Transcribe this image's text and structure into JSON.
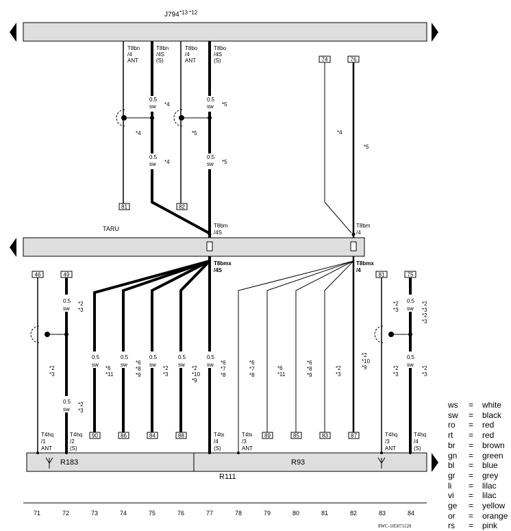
{
  "header": {
    "component_id": "J794",
    "notes": "*13  *12"
  },
  "labels": {
    "mid_bar": "TARU",
    "relay_left": "R183",
    "relay_right": "R93",
    "relay_main": "R111"
  },
  "top_connectors": [
    {
      "top": "T8bn",
      "mid": "/4",
      "bottom": "ANT"
    },
    {
      "top": "T8bn",
      "mid": "/4S",
      "bottom": "(S)"
    },
    {
      "top": "T8bo",
      "mid": "/4",
      "bottom": "ANT"
    },
    {
      "top": "T8bo",
      "mid": "/4S",
      "bottom": "(S)"
    }
  ],
  "joint_labels": [
    {
      "top": "T8bm",
      "bottom": "/4S"
    },
    {
      "top": "T8bm",
      "bottom": "/4"
    },
    {
      "top": "T8bmx",
      "bottom": "/4S"
    },
    {
      "top": "T8bmx",
      "bottom": "/4"
    }
  ],
  "bottom_connectors": [
    {
      "top": "T4hq",
      "mid": "/1",
      "bottom": "ANT"
    },
    {
      "top": "T4hq",
      "mid": "/2",
      "bottom": "(S)"
    },
    {
      "top": "T4tx",
      "mid": "/4",
      "bottom": "(S)"
    },
    {
      "top": "T4tx",
      "mid": "/3",
      "bottom": "ANT"
    },
    {
      "top": "T4hq",
      "mid": "/3",
      "bottom": "ANT"
    },
    {
      "top": "T4hq",
      "mid": "/4",
      "bottom": "(S)"
    }
  ],
  "ref_boxes": {
    "top": [
      "81",
      "82",
      "74",
      "76"
    ],
    "bottom_upper": [
      "46",
      "49",
      "81",
      "75"
    ],
    "bottom_lower": [
      "90",
      "86",
      "84",
      "88",
      "89",
      "85",
      "83",
      "87"
    ]
  },
  "wire": {
    "size": "0.5",
    "color": "sw"
  },
  "notes": [
    "*4",
    "*5",
    "*4",
    "*5",
    "*4",
    "*5",
    "*4",
    "*5",
    "*2",
    "*3",
    "*2",
    "*3",
    "*2",
    "*3",
    "*2",
    "*3",
    "*2",
    "*3",
    "*2",
    "*3",
    "*6",
    "*11",
    "*6",
    "*8",
    "*9",
    "*2",
    "*3",
    "*2",
    "*10",
    "*9",
    "*6",
    "*7",
    "*8",
    "*6",
    "*7",
    "*8",
    "*6",
    "*11",
    "*6",
    "*8",
    "*9",
    "*2",
    "*3",
    "*2",
    "*10",
    "*9",
    "*2",
    "*3",
    "*2",
    "*3"
  ],
  "columns": [
    "71",
    "72",
    "73",
    "74",
    "75",
    "76",
    "77",
    "78",
    "79",
    "80",
    "81",
    "82",
    "83",
    "84"
  ],
  "legend": [
    {
      "code": "ws",
      "eq": "=",
      "color": "white"
    },
    {
      "code": "sw",
      "eq": "=",
      "color": "black"
    },
    {
      "code": "ro",
      "eq": "=",
      "color": "red"
    },
    {
      "code": "rt",
      "eq": "=",
      "color": "red"
    },
    {
      "code": "br",
      "eq": "=",
      "color": "brown"
    },
    {
      "code": "gn",
      "eq": "=",
      "color": "green"
    },
    {
      "code": "bl",
      "eq": "=",
      "color": "blue"
    },
    {
      "code": "gr",
      "eq": "=",
      "color": "grey"
    },
    {
      "code": "li",
      "eq": "=",
      "color": "lilac"
    },
    {
      "code": "vi",
      "eq": "=",
      "color": "lilac"
    },
    {
      "code": "ge",
      "eq": "=",
      "color": "yellow"
    },
    {
      "code": "or",
      "eq": "=",
      "color": "orange"
    },
    {
      "code": "rs",
      "eq": "=",
      "color": "pink"
    }
  ],
  "doc_id": "8WC-105071120"
}
